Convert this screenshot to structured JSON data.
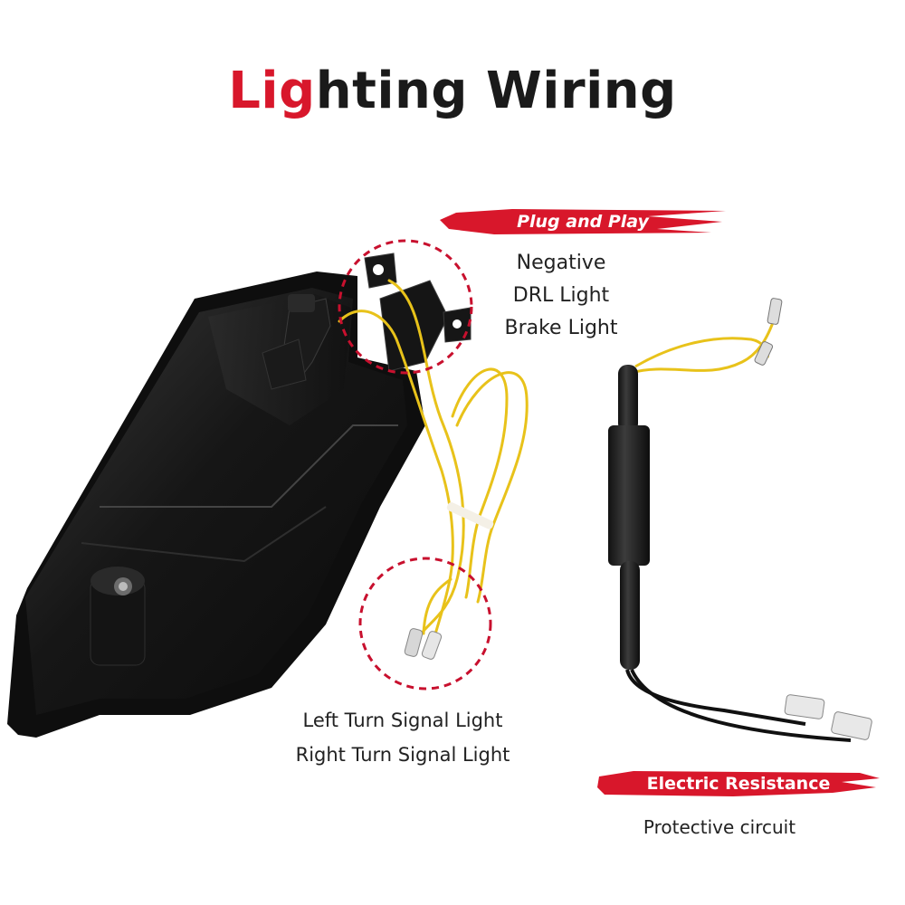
{
  "title": {
    "accent": "Lig",
    "rest": "hting Wiring"
  },
  "plug_badge": "Plug and Play",
  "top_labels": [
    "Negative",
    "DRL Light",
    "Brake Light"
  ],
  "bottom_labels": [
    "Left Turn Signal Light",
    "Right Turn Signal Light"
  ],
  "resistance_badge": "Electric Resistance",
  "resistance_caption": "Protective circuit",
  "colors": {
    "accent": "#d8172b",
    "text": "#222222",
    "wire": "#e8c21a"
  },
  "icons": [
    "tail-light-housing",
    "resistor-module"
  ]
}
